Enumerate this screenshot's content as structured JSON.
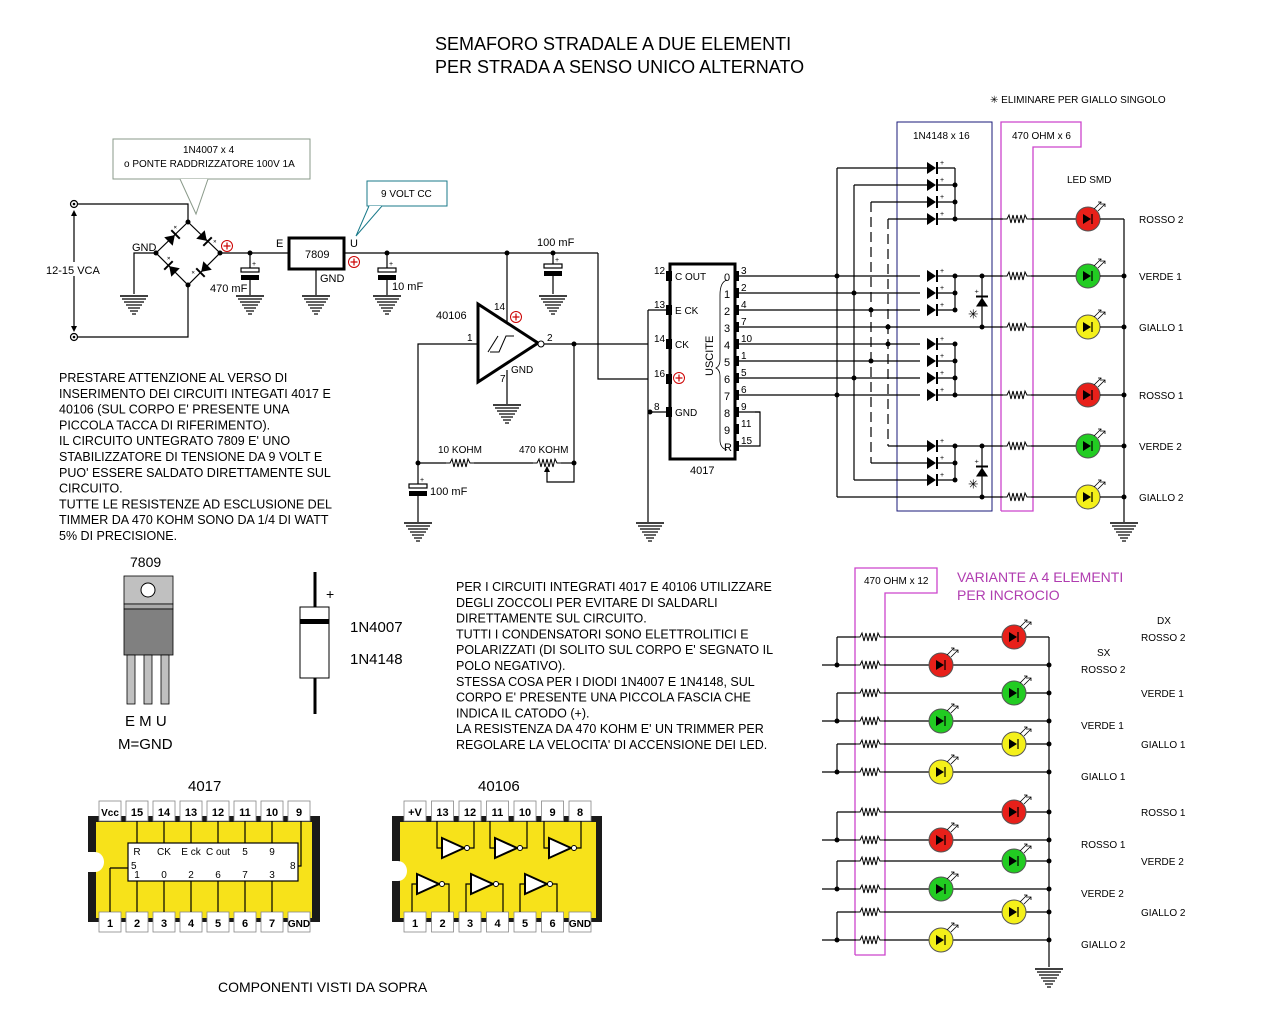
{
  "title": {
    "line1": "SEMAFORO STRADALE A DUE ELEMENTI",
    "line2": "PER STRADA A SENSO UNICO ALTERNATO"
  },
  "footnote": "✳ ELIMINARE PER GIALLO SINGOLO",
  "power": {
    "callout_bridge_line1": "1N4007 x 4",
    "callout_bridge_line2": "o PONTE RADDRIZZATORE 100V 1A",
    "callout_voltage": "9 VOLT CC",
    "input_label": "12-15 VCA",
    "gnd_label": "GND",
    "cap1": "470 mF",
    "cap2": "10 mF",
    "cap3": "100 mF",
    "reg_name": "7809",
    "reg_in": "E",
    "reg_out": "U",
    "reg_gnd": "GND",
    "plus": "+"
  },
  "oscillator": {
    "chip": "40106",
    "pin_in": "1",
    "pin_out": "2",
    "pin_vcc": "14",
    "pin_gnd": "7",
    "gnd_label": "GND",
    "r1": "10 KOHM",
    "r2": "470 KOHM",
    "cap": "100 mF"
  },
  "counter": {
    "chip": "4017",
    "outputs_label": "USCITE",
    "left_pins": [
      {
        "num": "12",
        "name": "C OUT"
      },
      {
        "num": "13",
        "name": "E CK"
      },
      {
        "num": "14",
        "name": "CK"
      },
      {
        "num": "16",
        "name": "+"
      },
      {
        "num": "8",
        "name": "GND"
      }
    ],
    "right_pins": [
      {
        "out": "0",
        "pin": "3"
      },
      {
        "out": "1",
        "pin": "2"
      },
      {
        "out": "2",
        "pin": "4"
      },
      {
        "out": "3",
        "pin": "7"
      },
      {
        "out": "4",
        "pin": "10"
      },
      {
        "out": "5",
        "pin": "1"
      },
      {
        "out": "6",
        "pin": "5"
      },
      {
        "out": "7",
        "pin": "6"
      },
      {
        "out": "8",
        "pin": "9"
      },
      {
        "out": "9",
        "pin": "11"
      },
      {
        "out": "R",
        "pin": "15"
      }
    ]
  },
  "matrix": {
    "diodes_box": "1N4148 x 16",
    "resistors_box": "470 OHM x 6",
    "led_header": "LED SMD",
    "asterisk": "✳",
    "outputs": [
      {
        "label": "ROSSO 2",
        "color": "#e8201a"
      },
      {
        "label": "VERDE 1",
        "color": "#22cc22"
      },
      {
        "label": "GIALLO 1",
        "color": "#f4f01a"
      },
      {
        "label": "ROSSO 1",
        "color": "#e8201a"
      },
      {
        "label": "VERDE 2",
        "color": "#22cc22"
      },
      {
        "label": "GIALLO 2",
        "color": "#f4f01a"
      }
    ]
  },
  "notes_left": [
    "PRESTARE ATTENZIONE AL VERSO DI",
    "INSERIMENTO DEI CIRCUITI INTEGATI 4017 E",
    "40106 (SUL CORPO E' PRESENTE UNA",
    "PICCOLA TACCA DI RIFERIMENTO).",
    "IL CIRCUITO UNTEGRATO 7809 E' UNO",
    "STABILIZZATORE DI TENSIONE DA 9 VOLT E",
    "PUO' ESSERE SALDATO DIRETTAMENTE SUL",
    "CIRCUITO.",
    "TUTTE LE RESISTENZE AD ESCLUSIONE DEL",
    "TIMMER DA 470 KOHM SONO DA 1/4 DI WATT",
    "5% DI PRECISIONE."
  ],
  "notes_center": [
    "PER I CIRCUITI INTEGRATI 4017 E 40106 UTILIZZARE",
    "DEGLI ZOCCOLI PER EVITARE DI SALDARLI",
    "DIRETTAMENTE SUL CIRCUITO.",
    "TUTTI I CONDENSATORI SONO ELETTROLITICI E",
    "POLARIZZATI (DI SOLITO SUL CORPO E' SEGNATO IL",
    "POLO NEGATIVO).",
    "STESSA COSA PER I DIODI 1N4007 E 1N4148, SUL",
    "CORPO E' PRESENTE UNA PICCOLA FASCIA CHE",
    "INDICA IL CATODO (+).",
    "LA RESISTENZA DA 470 KOHM E' UN TRIMMER PER",
    "REGOLARE LA VELOCITA' DI ACCENSIONE DEI LED."
  ],
  "components": {
    "reg_title": "7809",
    "reg_pins": "E M U",
    "reg_note": "M=GND",
    "diode_plus": "+",
    "diode_1": "1N4007",
    "diode_2": "1N4148",
    "ic4017_title": "4017",
    "ic4017_top": [
      "Vcc",
      "15",
      "14",
      "13",
      "12",
      "11",
      "10",
      "9"
    ],
    "ic4017_bottom": [
      "1",
      "2",
      "3",
      "4",
      "5",
      "6",
      "7",
      "GND"
    ],
    "ic4017_inner_top": [
      "R",
      "CK",
      "E ck",
      "C out",
      "5",
      "9"
    ],
    "ic4017_inner_bottom": [
      "1",
      "0",
      "2",
      "6",
      "7",
      "3"
    ],
    "ic4017_inner_side_left": "5",
    "ic4017_inner_side_right": "8",
    "ic40106_title": "40106",
    "ic40106_top": [
      "+V",
      "13",
      "12",
      "11",
      "10",
      "9",
      "8"
    ],
    "ic40106_bottom": [
      "1",
      "2",
      "3",
      "4",
      "5",
      "6",
      "GND"
    ],
    "caption": "COMPONENTI VISTI DA SOPRA"
  },
  "variant": {
    "title_line1": "VARIANTE A 4 ELEMENTI",
    "title_line2": "PER INCROCIO",
    "resistors_box": "470 OHM x 12",
    "dx_label": "DX",
    "sx_label": "SX",
    "rows": [
      {
        "side": "dx",
        "label": "ROSSO 2",
        "color": "#e8201a"
      },
      {
        "side": "sx",
        "label": "ROSSO 2",
        "color": "#e8201a"
      },
      {
        "side": "dx",
        "label": "VERDE 1",
        "color": "#22cc22"
      },
      {
        "side": "sx",
        "label": "VERDE 1",
        "color": "#22cc22"
      },
      {
        "side": "dx",
        "label": "GIALLO 1",
        "color": "#f4f01a"
      },
      {
        "side": "sx",
        "label": "GIALLO 1",
        "color": "#f4f01a"
      },
      {
        "side": "dx",
        "label": "ROSSO 1",
        "color": "#e8201a"
      },
      {
        "side": "sx",
        "label": "ROSSO 1",
        "color": "#e8201a"
      },
      {
        "side": "dx",
        "label": "VERDE 2",
        "color": "#22cc22"
      },
      {
        "side": "sx",
        "label": "VERDE 2",
        "color": "#22cc22"
      },
      {
        "side": "dx",
        "label": "GIALLO 2",
        "color": "#f4f01a"
      },
      {
        "side": "sx",
        "label": "GIALLO 2",
        "color": "#f4f01a"
      }
    ]
  },
  "colors": {
    "diode_box": "#1a1a7a",
    "resistor_box": "#cc44cc",
    "ic_body": "#f7e21a",
    "callout_bridge": "#8a9a8a",
    "callout_voltage": "#1a7a8a",
    "plus_mark": "#cc0000"
  }
}
